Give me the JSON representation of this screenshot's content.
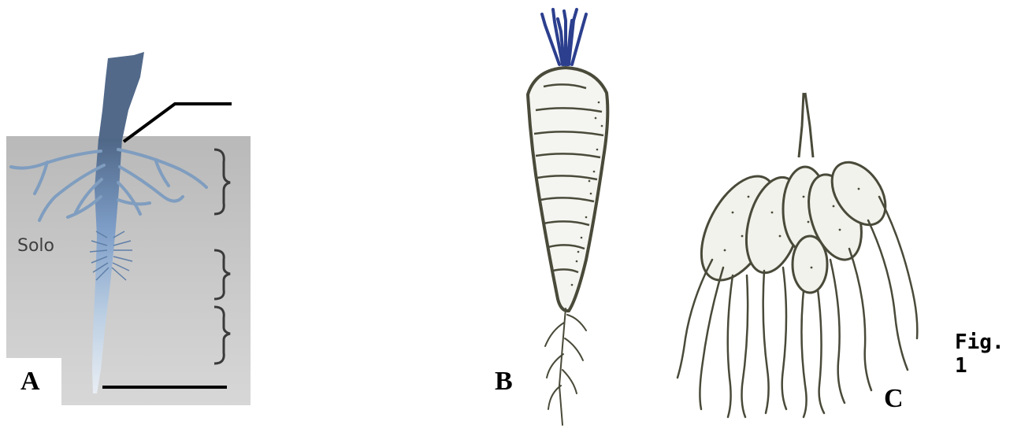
{
  "panels": {
    "a": {
      "letter": "A",
      "soil_label": "Solo"
    },
    "b": {
      "letter": "B"
    },
    "c": {
      "letter": "C"
    }
  },
  "figure_label": "Fig. 1",
  "colors": {
    "soil": "#cdcdcd",
    "root_blue": "#6f8fb8",
    "root_dark": "#4b5f7a",
    "sketch_line": "#4a4a3a",
    "carrot_fill": "#f4f4f0",
    "leaf_blue": "#2c3f8e"
  }
}
